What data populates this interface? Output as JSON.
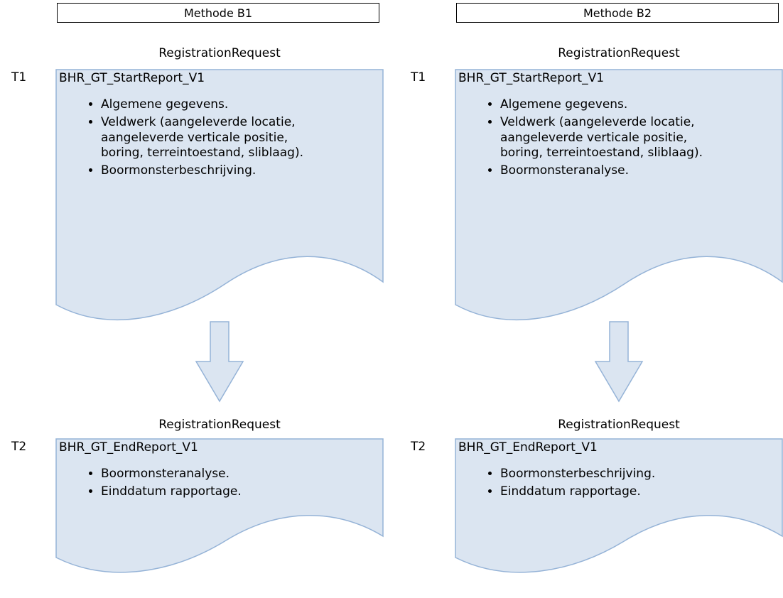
{
  "colors": {
    "doc_fill": "#dbe5f1",
    "doc_stroke": "#95b3d7",
    "arrow_fill": "#dbe5f1",
    "arrow_stroke": "#95b3d7"
  },
  "columns": [
    {
      "method": "Methode B1",
      "t1": {
        "time": "T1",
        "request": "RegistrationRequest",
        "title": "BHR_GT_StartReport_V1",
        "bullets": [
          "Algemene gegevens.",
          "Veldwerk (aangeleverde locatie, aangeleverde verticale positie, boring, terreintoestand, sliblaag).",
          "Boormonsterbeschrijving."
        ]
      },
      "t2": {
        "time": "T2",
        "request": "RegistrationRequest",
        "title": "BHR_GT_EndReport_V1",
        "bullets": [
          "Boormonsteranalyse.",
          "Einddatum rapportage."
        ]
      }
    },
    {
      "method": "Methode B2",
      "t1": {
        "time": "T1",
        "request": "RegistrationRequest",
        "title": "BHR_GT_StartReport_V1",
        "bullets": [
          "Algemene gegevens.",
          "Veldwerk (aangeleverde locatie, aangeleverde verticale positie, boring, terreintoestand, sliblaag).",
          "Boormonsteranalyse."
        ]
      },
      "t2": {
        "time": "T2",
        "request": "RegistrationRequest",
        "title": "BHR_GT_EndReport_V1",
        "bullets": [
          "Boormonsterbeschrijving.",
          "Einddatum rapportage."
        ]
      }
    }
  ]
}
